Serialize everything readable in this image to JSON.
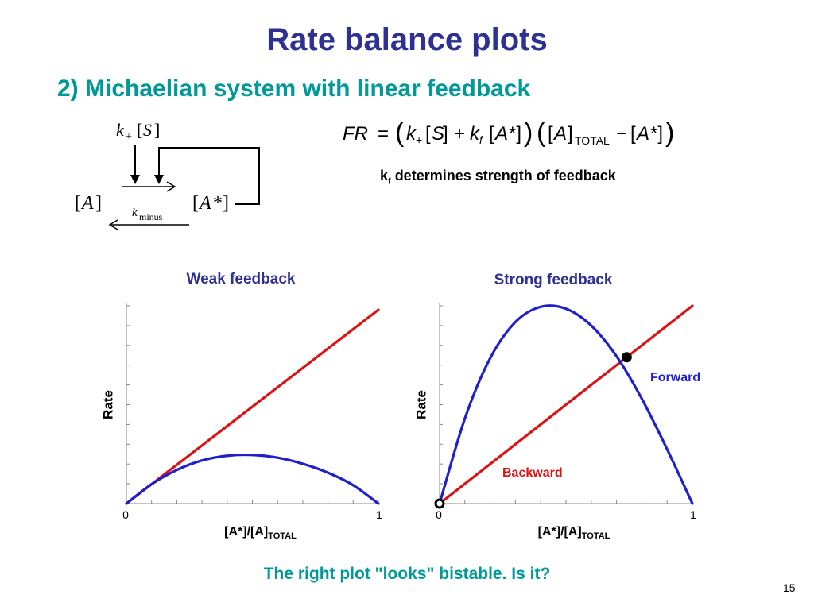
{
  "slide": {
    "title": "Rate balance plots",
    "subtitle": "2) Michaelian system with linear feedback",
    "page_number": "15",
    "question": "The right plot \"looks\" bistable.  Is it?"
  },
  "scheme": {
    "k_plus_s": "k+[S]",
    "species_a": "[A]",
    "species_a_star": "[A*]",
    "k_minus": "kminus"
  },
  "equation": {
    "text": "FR = (k+[S] + kf[A*])([A]TOTAL − [A*])"
  },
  "note": {
    "prefix": "k",
    "sub": "f",
    "suffix": " determines strength of feedback"
  },
  "colors": {
    "title": "#2E3192",
    "teal": "#009999",
    "forward": "#1F1FCC",
    "backward": "#DD1111"
  },
  "chart_data": [
    {
      "type": "line",
      "title": "Weak feedback",
      "xlabel": "[A*]/[A]TOTAL",
      "ylabel": "Rate",
      "xlim": [
        0,
        1
      ],
      "x_tick_labels": [
        "0",
        "1"
      ],
      "series": [
        {
          "color": "#DD1111",
          "x": [
            0,
            1
          ],
          "y": [
            0,
            0.98
          ]
        },
        {
          "color": "#1F1FCC",
          "x": [
            0,
            0.1,
            0.2,
            0.3,
            0.4,
            0.5,
            0.6,
            0.7,
            0.8,
            0.9,
            1
          ],
          "y": [
            0,
            0.098,
            0.17,
            0.218,
            0.242,
            0.246,
            0.232,
            0.201,
            0.156,
            0.093,
            0
          ]
        }
      ]
    },
    {
      "type": "line",
      "title": "Strong feedback",
      "xlabel": "[A*]/[A]TOTAL",
      "ylabel": "Rate",
      "xlim": [
        0,
        1
      ],
      "x_tick_labels": [
        "0",
        "1"
      ],
      "annotations": {
        "forward": "Forward",
        "backward": "Backward"
      },
      "series": [
        {
          "color": "#DD1111",
          "x": [
            0,
            1
          ],
          "y": [
            0,
            1
          ]
        },
        {
          "color": "#1F1FCC",
          "x": [
            0,
            0.1,
            0.2,
            0.3,
            0.4,
            0.5,
            0.6,
            0.7,
            0.8,
            0.9,
            1
          ],
          "y": [
            0,
            0.43,
            0.735,
            0.918,
            0.995,
            0.985,
            0.9,
            0.745,
            0.53,
            0.275,
            0
          ]
        }
      ],
      "fixed_points": [
        {
          "x": 0,
          "y": 0,
          "filled": false
        },
        {
          "x": 0.74,
          "y": 0.74,
          "filled": true
        }
      ]
    }
  ]
}
